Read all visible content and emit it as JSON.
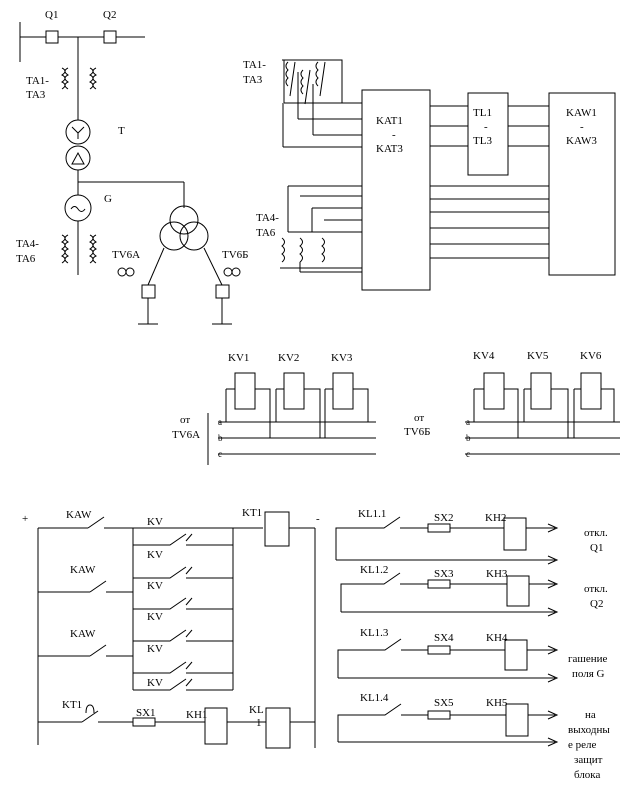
{
  "top_scheme": {
    "q1": "Q1",
    "q2": "Q2",
    "ta1_a": "TA1-",
    "ta1_b": "TA3",
    "t": "T",
    "g": "G",
    "ta4_a": "TA4-",
    "ta4_b": "TA6",
    "tv6a": "TV6A",
    "tv6b": "TV6Б",
    "ta1r_a": "TA1-",
    "ta1r_b": "TA3",
    "ta4r_a": "TA4-",
    "ta4r_b": "TA6",
    "kat_a": "KAT1",
    "kat_b": "-",
    "kat_c": "KAT3",
    "tl_a": "TL1",
    "tl_b": "-",
    "tl_c": "TL3",
    "kaw_a": "KAW1",
    "kaw_b": "-",
    "kaw_c": "KAW3"
  },
  "voltage_relays": {
    "kv1": "KV1",
    "kv2": "KV2",
    "kv3": "KV3",
    "kv4": "KV4",
    "kv5": "KV5",
    "kv6": "KV6",
    "ot_a": "от",
    "tv6a": "TV6A",
    "ot_b": "от",
    "tv6b": "TV6Б",
    "phase_a": "a",
    "phase_b": "b",
    "phase_c": "c"
  },
  "control_circuit": {
    "plus": "+",
    "minus": "-",
    "kaw1": "KAW",
    "kaw2": "KAW",
    "kaw3": "KAW",
    "kv1": "KV",
    "kv2": "KV",
    "kv3": "KV",
    "kv4": "KV",
    "kv5": "KV",
    "kv6": "KV",
    "kt1_coil": "KT1",
    "kt1_contact": "KT1",
    "sx1": "SX1",
    "kh1": "KH1",
    "kl_a": "KL",
    "kl_b": "1"
  },
  "output_circuit": {
    "kl11": "KL1.1",
    "sx2": "SX2",
    "kh2": "KH2",
    "out1_a": "откл.",
    "out1_b": "Q1",
    "kl12": "KL1.2",
    "sx3": "SX3",
    "kh3": "KH3",
    "out2_a": "откл.",
    "out2_b": "Q2",
    "kl13": "KL1.3",
    "sx4": "SX4",
    "kh4": "KH4",
    "out3_a": "гашение",
    "out3_b": "поля G",
    "kl14": "KL1.4",
    "sx5": "SX5",
    "kh5": "KH5",
    "out4_a": "на",
    "out4_b": "выходны",
    "out4_c": "е реле",
    "out4_d": "защит",
    "out4_e": "блока"
  }
}
